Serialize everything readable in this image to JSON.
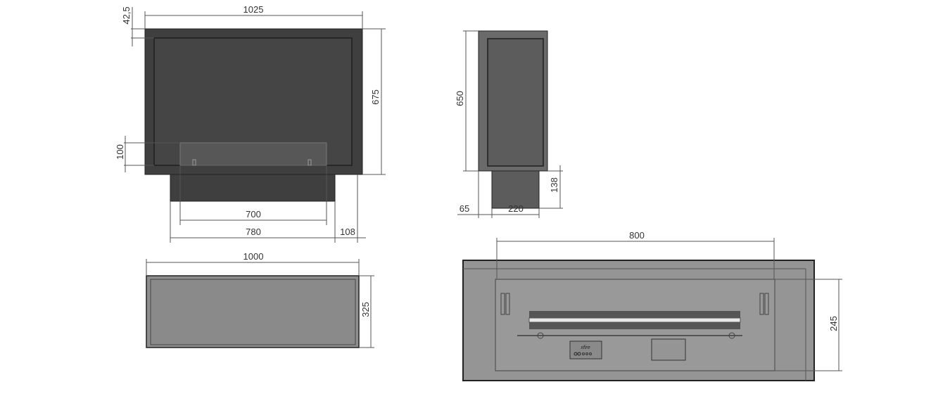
{
  "front_view": {
    "width_label": "1025",
    "height_label": "675",
    "top_offset_label": "42,5",
    "glass_height_label": "100",
    "burner_width_label": "700",
    "base_width_label": "780",
    "base_offset_label": "108"
  },
  "side_view": {
    "height_label": "650",
    "base_height_label": "138",
    "frame_depth_label": "65",
    "base_depth_label": "220"
  },
  "top_view": {
    "width_label": "1000",
    "depth_label": "325"
  },
  "burner_view": {
    "burner_width_label": "800",
    "burner_depth_label": "245",
    "logo_text": "xfire"
  },
  "colors": {
    "front_fill": "#3f3f3f",
    "side_fill": "#5c5c5c",
    "top_fill": "#8e8e8e",
    "burner_fill": "#959595"
  }
}
